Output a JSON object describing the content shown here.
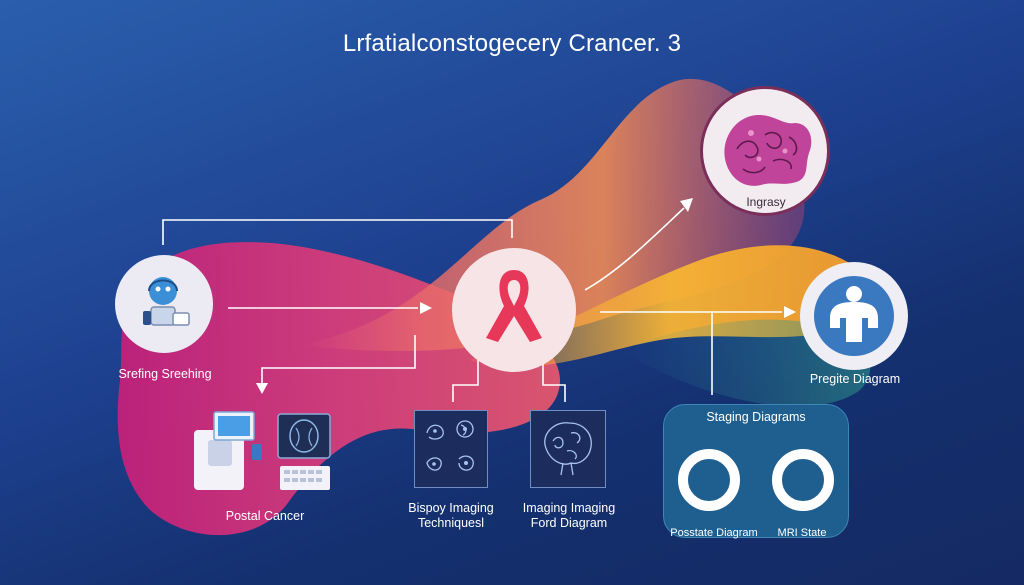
{
  "title": "Lrfatialconstogecery Crancer. 3",
  "nodes": {
    "screening": {
      "label": "Srefing Sreehing",
      "icon": "doctor-screening-icon"
    },
    "ribbon": {
      "icon": "awareness-ribbon-icon",
      "color": "#e8385a"
    },
    "ingrasy": {
      "label": "Ingrasy",
      "icon": "tissue-illustration-icon"
    },
    "pregite": {
      "label": "Pregite Diagram",
      "icon": "medical-person-icon"
    },
    "postal": {
      "label": "Postal Cancer",
      "icon": "imaging-workstation-icon"
    },
    "biopsy": {
      "label_line1": "Bispoy Imaging",
      "label_line2": "Techniquesl",
      "icon": "cell-panels-icon"
    },
    "imaging": {
      "label_line1": "Imaging Imaging",
      "label_line2": "Ford Diagram",
      "icon": "brain-scan-icon"
    },
    "staging": {
      "title": "Staging Diagrams",
      "left_label": "Posstate Diagram",
      "right_label": "MRI State"
    }
  },
  "colors": {
    "flow_pink": "#c2287a",
    "flow_orange": "#f07a4a",
    "flow_yellow": "#f6b73c",
    "panel": "#1f5f8f"
  }
}
